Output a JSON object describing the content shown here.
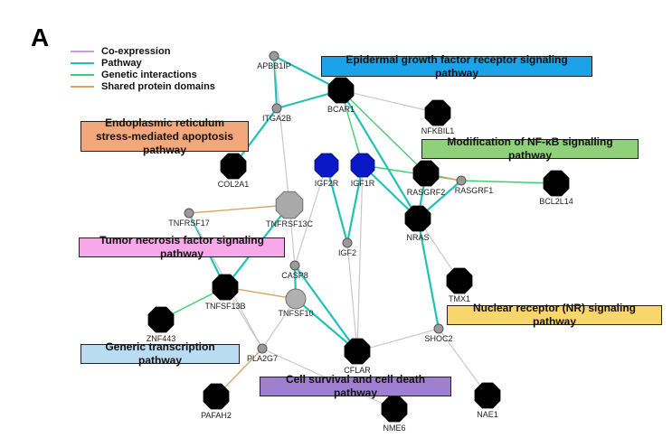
{
  "panel_label": "A",
  "legend": [
    {
      "label": "Co-expression",
      "color": "#c8a2d6"
    },
    {
      "label": "Pathway",
      "color": "#22c1b6"
    },
    {
      "label": "Genetic interactions",
      "color": "#3ecf72"
    },
    {
      "label": "Shared protein domains",
      "color": "#d9a66a"
    }
  ],
  "pathways": [
    {
      "id": "egfr",
      "label": "Epidermal growth factor receptor signaling pathway",
      "color": "#1aa3e8"
    },
    {
      "id": "er",
      "label": "Endoplasmic reticulum stress-mediated apoptosis pathway",
      "color": "#f4a77a"
    },
    {
      "id": "nfkb",
      "label": "Modification of NF-κB signalling pathway",
      "color": "#8fd17a"
    },
    {
      "id": "tnf",
      "label": "Tumor necrosis factor signaling pathway",
      "color": "#f7a8e8"
    },
    {
      "id": "nr",
      "label": "Nuclear receptor (NR) signaling pathway",
      "color": "#f9d66a"
    },
    {
      "id": "gtp",
      "label": "Generic transcription pathway",
      "color": "#b9dcf2"
    },
    {
      "id": "csd",
      "label": "Cell survival and cell death pathway",
      "color": "#9f7fd0"
    }
  ],
  "nodes": [
    {
      "id": "APBB1IP",
      "label": "APBB1IP",
      "type": "small"
    },
    {
      "id": "BCAR1",
      "label": "BCAR1",
      "type": "black"
    },
    {
      "id": "NFKBIL1",
      "label": "NFKBIL1",
      "type": "black"
    },
    {
      "id": "ITGA2B",
      "label": "ITGA2B",
      "type": "small"
    },
    {
      "id": "COL2A1",
      "label": "COL2A1",
      "type": "black"
    },
    {
      "id": "IGF2R",
      "label": "IGF2R",
      "type": "blue"
    },
    {
      "id": "IGF1R",
      "label": "IGF1R",
      "type": "blue"
    },
    {
      "id": "RASGRF2",
      "label": "RASGRF2",
      "type": "black"
    },
    {
      "id": "RASGRF1",
      "label": "RASGRF1",
      "type": "small"
    },
    {
      "id": "BCL2L14",
      "label": "BCL2L14",
      "type": "black"
    },
    {
      "id": "TNFRSF17",
      "label": "TNFRSF17",
      "type": "small"
    },
    {
      "id": "TNFRSF13C",
      "label": "TNFRSF13C",
      "type": "grey-large"
    },
    {
      "id": "NRAS",
      "label": "NRAS",
      "type": "black"
    },
    {
      "id": "IGF2",
      "label": "IGF2",
      "type": "small"
    },
    {
      "id": "CASP8",
      "label": "CASP8",
      "type": "small"
    },
    {
      "id": "TMX1",
      "label": "TMX1",
      "type": "black"
    },
    {
      "id": "TNFSF13B",
      "label": "TNFSF13B",
      "type": "black"
    },
    {
      "id": "TNFSF10",
      "label": "TNFSF10",
      "type": "grey-medium"
    },
    {
      "id": "ZNF443",
      "label": "ZNF443",
      "type": "black"
    },
    {
      "id": "SHOC2",
      "label": "SHOC2",
      "type": "small"
    },
    {
      "id": "PLA2G7",
      "label": "PLA2G7",
      "type": "small"
    },
    {
      "id": "CFLAR",
      "label": "CFLAR",
      "type": "black"
    },
    {
      "id": "PAFAH2",
      "label": "PAFAH2",
      "type": "black"
    },
    {
      "id": "NME6",
      "label": "NME6",
      "type": "black"
    },
    {
      "id": "NAE1",
      "label": "NAE1",
      "type": "black"
    }
  ],
  "edges": [
    {
      "from": "APBB1IP",
      "to": "BCAR1",
      "kind": "pathway"
    },
    {
      "from": "APBB1IP",
      "to": "ITGA2B",
      "kind": "pathway"
    },
    {
      "from": "ITGA2B",
      "to": "BCAR1",
      "kind": "pathway"
    },
    {
      "from": "BCAR1",
      "to": "NFKBIL1",
      "kind": "coexpr"
    },
    {
      "from": "BCAR1",
      "to": "IGF1R",
      "kind": "genetic"
    },
    {
      "from": "BCAR1",
      "to": "RASGRF2",
      "kind": "genetic"
    },
    {
      "from": "BCAR1",
      "to": "NRAS",
      "kind": "pathway"
    },
    {
      "from": "ITGA2B",
      "to": "COL2A1",
      "kind": "pathway"
    },
    {
      "from": "APBB1IP",
      "to": "TNFRSF13C",
      "kind": "coexpr"
    },
    {
      "from": "IGF2R",
      "to": "IGF2",
      "kind": "pathway"
    },
    {
      "from": "IGF1R",
      "to": "IGF2",
      "kind": "pathway"
    },
    {
      "from": "IGF2R",
      "to": "CASP8",
      "kind": "coexpr"
    },
    {
      "from": "IGF1R",
      "to": "NRAS",
      "kind": "pathway"
    },
    {
      "from": "IGF1R",
      "to": "RASGRF1",
      "kind": "genetic"
    },
    {
      "from": "RASGRF2",
      "to": "RASGRF1",
      "kind": "domain"
    },
    {
      "from": "RASGRF1",
      "to": "BCL2L14",
      "kind": "genetic"
    },
    {
      "from": "RASGRF2",
      "to": "NRAS",
      "kind": "pathway"
    },
    {
      "from": "RASGRF1",
      "to": "NRAS",
      "kind": "pathway"
    },
    {
      "from": "TNFRSF17",
      "to": "TNFRSF13C",
      "kind": "domain"
    },
    {
      "from": "TNFRSF17",
      "to": "TNFSF13B",
      "kind": "pathway"
    },
    {
      "from": "TNFRSF13C",
      "to": "TNFSF13B",
      "kind": "pathway"
    },
    {
      "from": "TNFRSF17",
      "to": "PLA2G7",
      "kind": "coexpr"
    },
    {
      "from": "NRAS",
      "to": "TMX1",
      "kind": "coexpr"
    },
    {
      "from": "NRAS",
      "to": "SHOC2",
      "kind": "pathway"
    },
    {
      "from": "CASP8",
      "to": "TNFSF10",
      "kind": "pathway"
    },
    {
      "from": "CASP8",
      "to": "CFLAR",
      "kind": "pathway"
    },
    {
      "from": "TNFSF10",
      "to": "CFLAR",
      "kind": "pathway"
    },
    {
      "from": "TNFSF13B",
      "to": "TNFSF10",
      "kind": "domain"
    },
    {
      "from": "TNFSF13B",
      "to": "ZNF443",
      "kind": "genetic"
    },
    {
      "from": "TNFSF13B",
      "to": "PLA2G7",
      "kind": "coexpr"
    },
    {
      "from": "TNFSF10",
      "to": "PLA2G7",
      "kind": "coexpr"
    },
    {
      "from": "PLA2G7",
      "to": "PAFAH2",
      "kind": "domain"
    },
    {
      "from": "PLA2G7",
      "to": "NME6",
      "kind": "coexpr"
    },
    {
      "from": "SHOC2",
      "to": "NAE1",
      "kind": "coexpr"
    },
    {
      "from": "IGF1R",
      "to": "CFLAR",
      "kind": "coexpr"
    },
    {
      "from": "TNFRSF13C",
      "to": "CASP8",
      "kind": "coexpr"
    },
    {
      "from": "IGF2",
      "to": "CFLAR",
      "kind": "coexpr"
    },
    {
      "from": "CFLAR",
      "to": "SHOC2",
      "kind": "coexpr"
    }
  ]
}
